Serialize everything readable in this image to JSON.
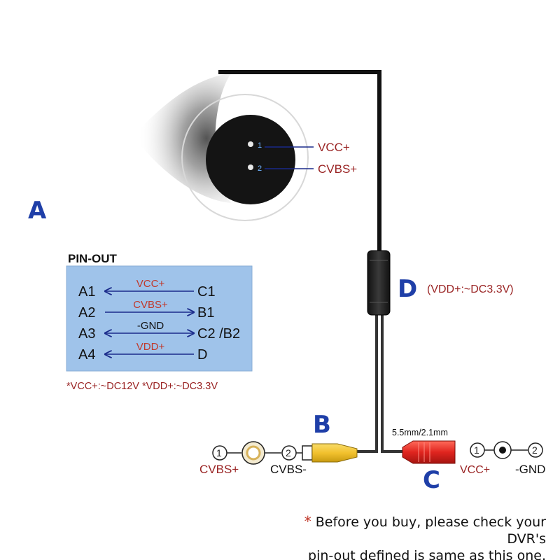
{
  "labels": {
    "part_a": "A",
    "part_b": "B",
    "part_c": "C",
    "part_d": "D",
    "vdd_note": "(VDD+:~DC3.3V)"
  },
  "camera": {
    "pin1": "1",
    "pin2": "2",
    "pin1_label": "VCC+",
    "pin2_label": "CVBS+"
  },
  "pinout": {
    "title": "PIN-OUT",
    "rows": [
      {
        "left": "A1",
        "signal": "VCC+",
        "right": "C1",
        "direction": "left"
      },
      {
        "left": "A2",
        "signal": "CVBS+",
        "right": "B1",
        "direction": "right"
      },
      {
        "left": "A3",
        "signal": "-GND",
        "right": "C2 /B2",
        "direction": "both"
      },
      {
        "left": "A4",
        "signal": "VDD+",
        "right": "D",
        "direction": "left"
      }
    ],
    "footnote": "*VCC+:~DC12V  *VDD+:~DC3.3V"
  },
  "rca": {
    "pin1": "1",
    "pin2": "2",
    "label1": "CVBS+",
    "label2": "CVBS-"
  },
  "dc": {
    "size": "5.5mm/2.1mm",
    "pin1": "1",
    "pin2": "2",
    "label1": "VCC+",
    "label2": "-GND"
  },
  "note": {
    "star": "*",
    "line1": "Before you buy, please check your DVR's",
    "line2": "pin-out defined is same as this one."
  },
  "colors": {
    "pin_blue": "#1a2a8a",
    "signal_red": "#c0392b",
    "pinout_box": "#9fc3ea",
    "rca_yellow": "#f2c12e",
    "dc_red": "#e0251f"
  }
}
